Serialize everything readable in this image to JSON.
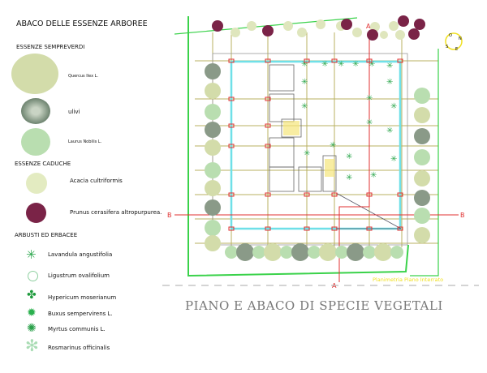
{
  "legend": {
    "title": "ABACO DELLE ESSENZE ARBOREE",
    "sections": [
      {
        "heading": "ESSENZE SEMPREVERDI",
        "items": [
          {
            "label": "Quercus Ilex L.",
            "symbol": "large-pale-tree",
            "color": "#d3dcaa"
          },
          {
            "label": "ulivi",
            "symbol": "olive-tree",
            "color": "#8a9a88"
          },
          {
            "label": "Laurus Nobilis L.",
            "symbol": "laurel-tree",
            "color": "#b9deb0"
          }
        ]
      },
      {
        "heading": "ESSENZE CADUCHE",
        "items": [
          {
            "label": "Acacia cultriformis",
            "symbol": "acacia-tree",
            "color": "#e3ebc1"
          },
          {
            "label": "Prunus cerasifera altropurpurea.",
            "symbol": "prunus-tree",
            "color": "#7a2347"
          }
        ]
      },
      {
        "heading": "ARBUSTI ED ERBACEE",
        "items": [
          {
            "label": "Lavandula angustifolia",
            "symbol": "lavender-shrub",
            "color": "#2fa84f"
          },
          {
            "label": "Ligustrum ovalifolium",
            "symbol": "ligustrum-shrub",
            "color": "#8fd0a0"
          },
          {
            "label": "Hypericum moserianum",
            "symbol": "hypericum-shrub",
            "color": "#1e9a3c"
          },
          {
            "label": "Buxus sempervirens L.",
            "symbol": "buxus-shrub",
            "color": "#2bb04e"
          },
          {
            "label": "Myrtus communis L.",
            "symbol": "myrtus-shrub",
            "color": "#2aa04a"
          },
          {
            "label": "Rosmarinus officinalis",
            "symbol": "rosemary-shrub",
            "color": "#a9dcb4"
          }
        ]
      }
    ]
  },
  "plan": {
    "section_a": "A",
    "section_b": "B",
    "caption": "Planimetria Piano Interrato",
    "compass": {
      "o": "O",
      "n": "N",
      "s": "S",
      "e": "E"
    },
    "colors": {
      "boundary": "#3ad24a",
      "grid": "#b8b060",
      "building": "#6fe0e8",
      "section": "#e03030",
      "caption": "#f0e020"
    }
  },
  "title": "PIANO E ABACO DI SPECIE VEGETALI"
}
